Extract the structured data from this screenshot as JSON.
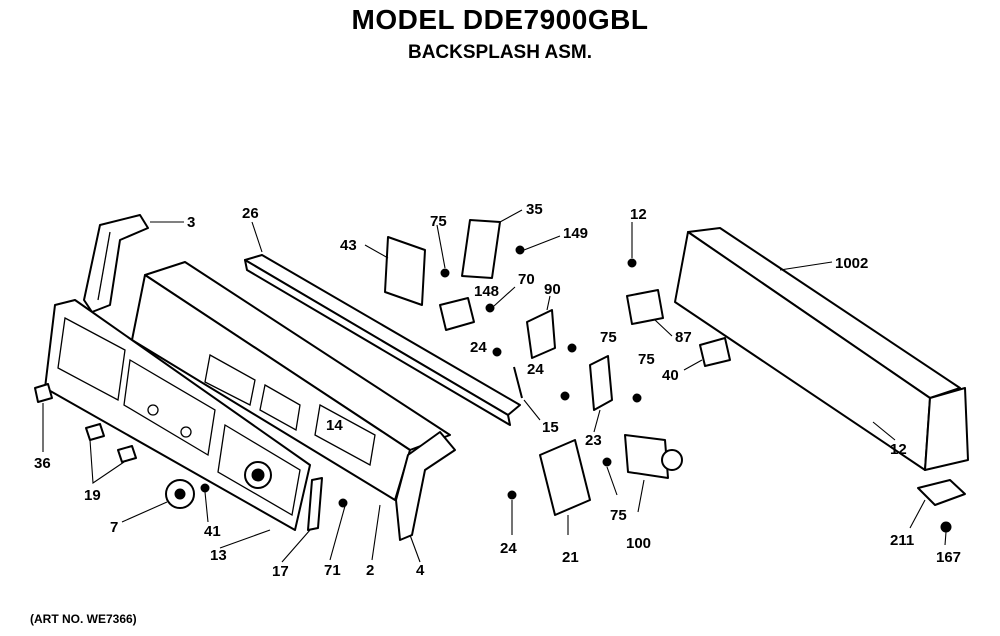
{
  "header": {
    "model_title": "MODEL DDE7900GBL",
    "subtitle": "BACKSPLASH ASM."
  },
  "footer": {
    "art_no": "(ART NO. WE7366)"
  },
  "callouts": {
    "c3": "3",
    "c26": "26",
    "c43": "43",
    "c75a": "75",
    "c35": "35",
    "c149": "149",
    "c12a": "12",
    "c1002": "1002",
    "c148": "148",
    "c70": "70",
    "c90": "90",
    "c87": "87",
    "c24a": "24",
    "c75b": "75",
    "c75c": "75",
    "c40": "40",
    "c24b": "24",
    "c14": "14",
    "c15": "15",
    "c23": "23",
    "c12b": "12",
    "c36": "36",
    "c19": "19",
    "c7": "7",
    "c41": "41",
    "c13": "13",
    "c17": "17",
    "c71": "71",
    "c2": "2",
    "c4": "4",
    "c24c": "24",
    "c21": "21",
    "c75d": "75",
    "c100": "100",
    "c211": "211",
    "c167": "167"
  }
}
